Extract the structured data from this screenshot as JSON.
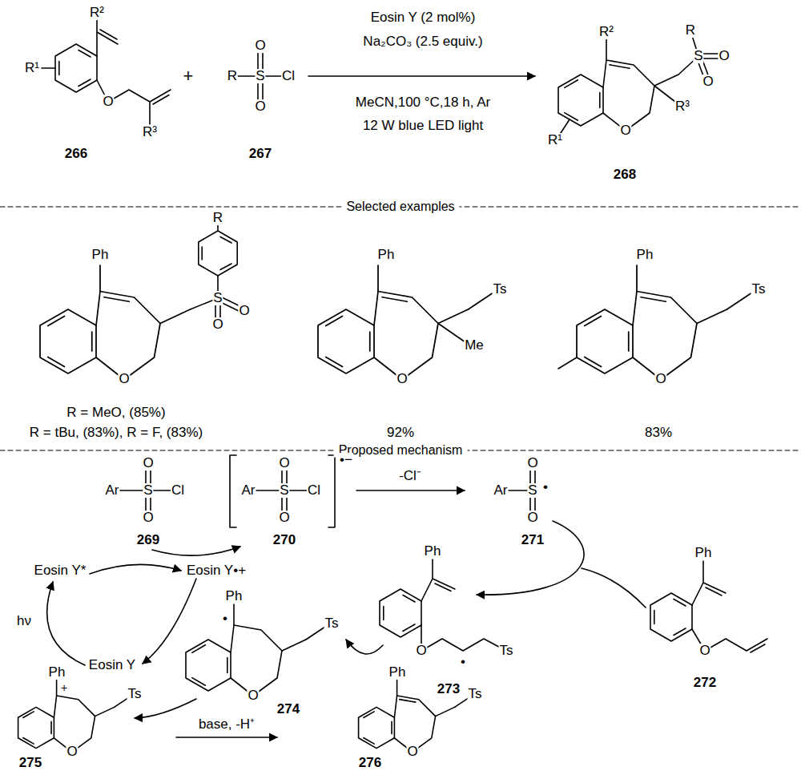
{
  "diagram": {
    "labels": [
      "R²",
      "R¹",
      "O",
      "R³",
      "266",
      "+",
      "R",
      "S",
      "O",
      "O",
      "Cl",
      "267",
      "Eosin Y (2 mol%)",
      "Na₂CO₃ (2.5 equiv.)",
      "MeCN,100 °C,18 h, Ar",
      "12 W blue LED light",
      "R²",
      "R",
      "S",
      "O",
      "O",
      "R³",
      "O",
      "R¹",
      "268",
      "Selected examples",
      "Ph",
      "R",
      "S",
      "O",
      "O",
      "O",
      "R = MeO, (85%)",
      "R = tBu, (83%), R = F, (83%)",
      "Ph",
      "Ts",
      "Me",
      "O",
      "92%",
      "Ph",
      "Ts",
      "O",
      "83%",
      "Proposed mechanism",
      "Ar",
      "S",
      "O",
      "O",
      "Cl",
      "269",
      "Ar",
      "S",
      "O",
      "O",
      "Cl",
      "•−",
      "270",
      "-Cl⁻",
      "Ar",
      "S",
      "•",
      "O",
      "O",
      "271",
      "Eosin Y*",
      "Eosin Y•+",
      "hν",
      "Eosin Y",
      "Ph",
      "O",
      "272",
      "Ph",
      "O",
      "•",
      "Ts",
      "273",
      "Ph",
      "•",
      "Ts",
      "O",
      "274",
      "Ph",
      "+",
      "Ts",
      "O",
      "275",
      "base, -H⁺",
      "Ph",
      "Ts",
      "O",
      "276"
    ]
  }
}
